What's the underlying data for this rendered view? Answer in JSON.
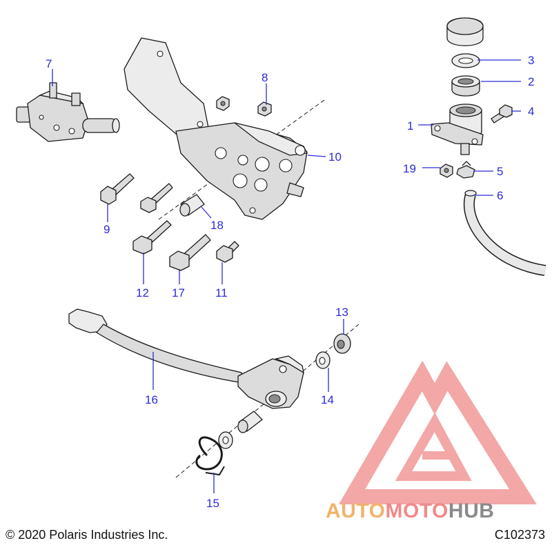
{
  "callouts": {
    "c1": "1",
    "c2": "2",
    "c3": "3",
    "c4": "4",
    "c5": "5",
    "c6": "6",
    "c7": "7",
    "c8": "8",
    "c9": "9",
    "c10": "10",
    "c11": "11",
    "c12": "12",
    "c13": "13",
    "c14": "14",
    "c15": "15",
    "c16": "16",
    "c17": "17",
    "c18": "18",
    "c19": "19"
  },
  "footer": {
    "copyright": "© 2020 Polaris Industries Inc.",
    "figure_id": "C102373"
  },
  "watermark": {
    "part1": "AUTO",
    "part2": "MOTO",
    "part3": "HUB",
    "color_auto": "#f2b26b",
    "color_moto": "#f08a8a",
    "color_hub": "#8a8a8a",
    "triangle_color": "#ef8a8a"
  },
  "colors": {
    "callout": "#2b2bd6",
    "line": "#1a1a1a",
    "part_fill": "#dcdcdc"
  }
}
